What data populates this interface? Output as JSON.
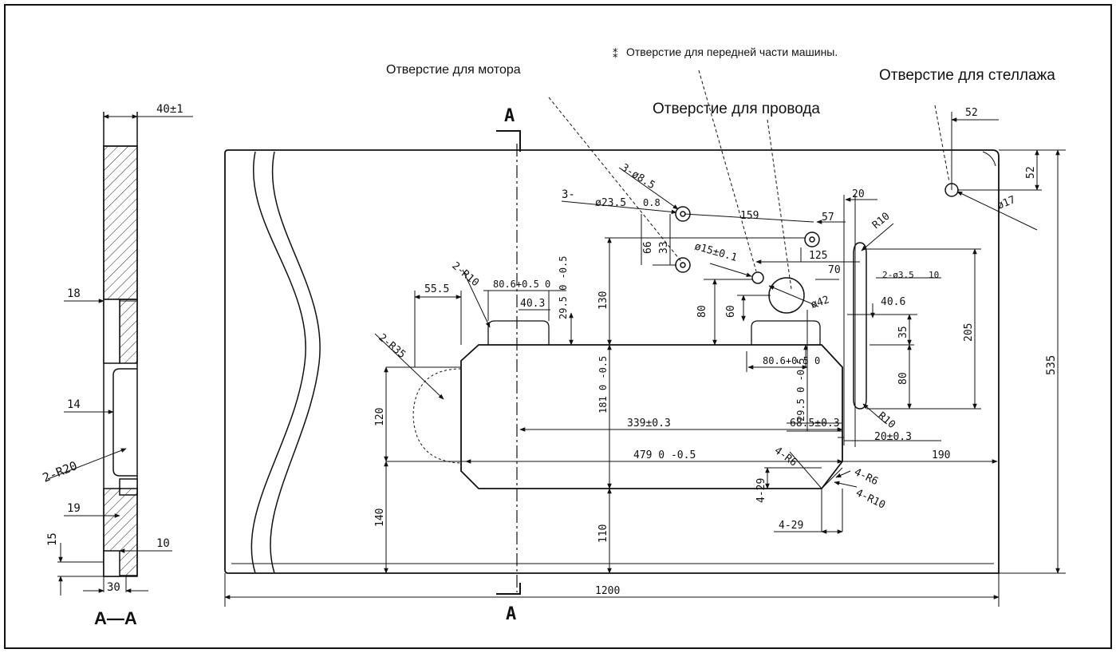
{
  "labels": {
    "motor_hole": "Отверстие для мотора",
    "front_hole_mark": "⁑",
    "front_hole": "Отверстие для передней части машины.",
    "rack_hole": "Отверстие для стеллажа",
    "wire_hole": "Отверстие для провода"
  },
  "section": {
    "width_top": "40±1",
    "d18": "18",
    "d14": "14",
    "r20": "2-R20",
    "d19": "19",
    "d15": "15",
    "d10": "10",
    "d30": "30",
    "name": "A—A"
  },
  "section_marks": {
    "top": "A",
    "bottom": "A"
  },
  "dims": {
    "h52": "52",
    "v52": "52",
    "d17": "ø17",
    "h535": "535",
    "three_d85": "3-ø8.5",
    "three": "3-",
    "d235": "ø23.5",
    "v08": "0.8",
    "h159": "159",
    "h57": "57",
    "h20top": "20",
    "r10top": "R10",
    "v66": "66",
    "v33": "33",
    "d15": "ø15±0.1",
    "h125": "125",
    "h70": "70",
    "two_r10": "2-R10",
    "h806a": "80.6+0.5 0",
    "h403": "40.3",
    "v295a": "29.5 0 -0.5",
    "h555": "55.5",
    "v130": "130",
    "v80a": "80",
    "v60": "60",
    "d42": "ø42",
    "two_d35": "2-ø3.5",
    "v10": "10",
    "h406": "40.6",
    "v205": "205",
    "v35": "35",
    "two_r35": "2-R35",
    "h806b": "80.6+0.5 0",
    "v295b": "29.5 0 -0.5",
    "v80b": "80",
    "v181": "181 0 -0.5",
    "v120": "120",
    "h339": "339±0.3",
    "h685": "68.5±0.3",
    "r10mid": "R10",
    "h20b": "20±0.3",
    "h479": "479 0 -0.5",
    "h190": "190",
    "four_r6a": "4-R6",
    "four_r6b": "4-R6",
    "four_r10": "4-R10",
    "v140": "140",
    "v110": "110",
    "v429": "4-29",
    "h429": "4-29",
    "h1200": "1200"
  }
}
